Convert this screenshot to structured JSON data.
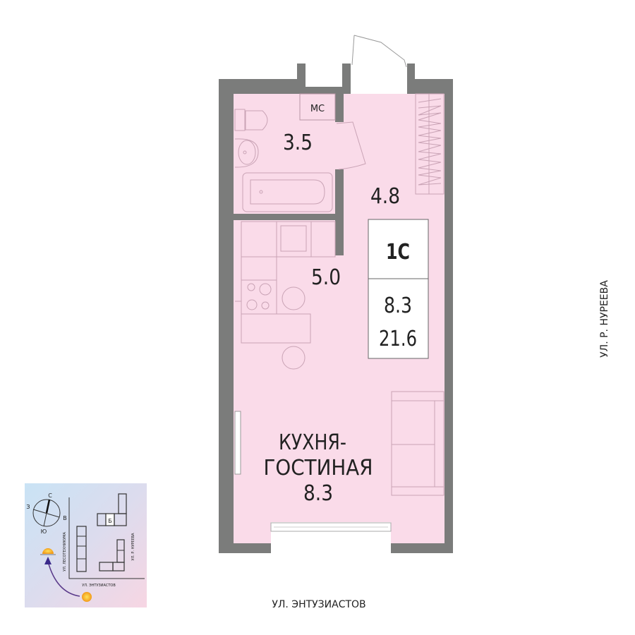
{
  "rooms": {
    "bathroom": {
      "area": "3.5",
      "shaft_label": "МС"
    },
    "hallway": {
      "area": "4.8"
    },
    "kitchen": {
      "area": "5.0"
    },
    "living": {
      "name_line1": "КУХНЯ-",
      "name_line2": "ГОСТИНАЯ",
      "area": "8.3"
    }
  },
  "summary": {
    "type": "1С",
    "living_area": "8.3",
    "total_area": "21.6"
  },
  "streets": {
    "right": "УЛ. Р. НУРЕЕВА",
    "bottom": "УЛ. ЭНТУЗИАСТОВ"
  },
  "locator": {
    "compass": {
      "north": "С",
      "west": "З",
      "east": "В",
      "south": "Ю"
    },
    "building_label": "Б",
    "street_left": "УЛ. ЛЕСОТЕХНИКУМА",
    "street_right": "УЛ. Р. НУРЕЕВА",
    "street_bottom": "УЛ. ЭНТУЗИАСТОВ"
  },
  "colors": {
    "wall": "#7b7c7b",
    "room": "#fadbe9",
    "furniture": "#c9a3b5"
  }
}
